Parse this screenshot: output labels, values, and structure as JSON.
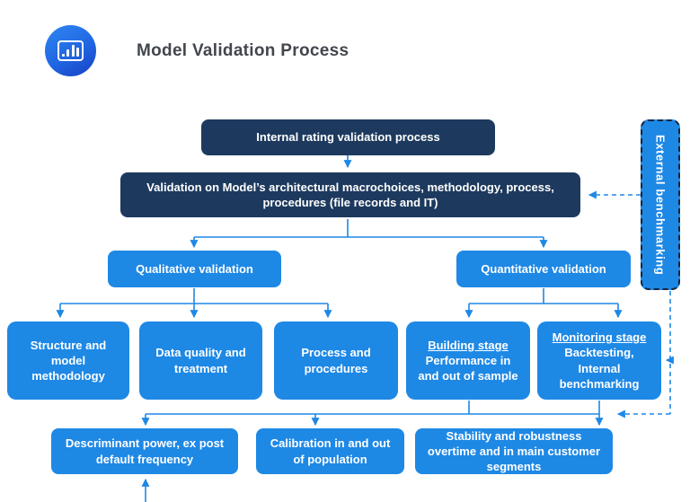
{
  "header": {
    "title": "Model Validation Process",
    "logo_icon": "bar-chart-icon"
  },
  "colors": {
    "navy_box": "#1d3a5e",
    "blue_box": "#1e88e5",
    "arrow_blue": "#1e88e5",
    "external_border": "#15263e",
    "title_text": "#42464d",
    "background": "#ffffff"
  },
  "diagram": {
    "internal_rating": {
      "label": "Internal rating validation process"
    },
    "architecture": {
      "label": "Validation on Model’s architectural macrochoices, methodology, process, procedures (file records and IT)"
    },
    "qualitative": {
      "label": "Qualitative validation"
    },
    "quantitative": {
      "label": "Quantitative validation"
    },
    "structure": {
      "label": "Structure and model methodology"
    },
    "data_quality": {
      "label": "Data quality and treatment"
    },
    "process": {
      "label": "Process and procedures"
    },
    "building": {
      "title": "Building stage",
      "body": "Performance in and out of sample"
    },
    "monitoring": {
      "title": "Monitoring stage",
      "body": "Backtesting, Internal benchmarking"
    },
    "discriminant": {
      "label": "Descriminant power, ex post default frequency"
    },
    "calibration": {
      "label": "Calibration in and out of population"
    },
    "stability": {
      "label": "Stability and robustness overtime and in main customer segments"
    },
    "external_benchmarking": {
      "label": "External benchmarking"
    }
  }
}
